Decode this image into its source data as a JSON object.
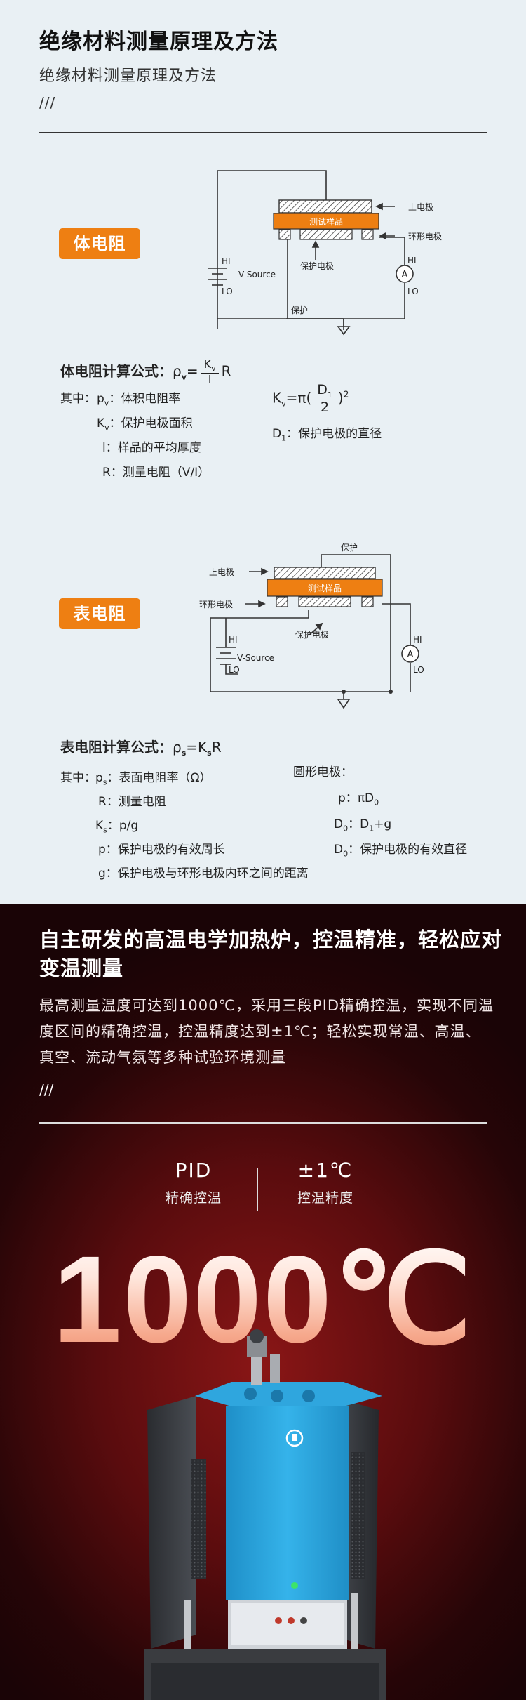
{
  "section1": {
    "title": "绝缘材料测量原理及方法",
    "subtitle": "绝缘材料测量原理及方法",
    "slashes": "///",
    "volume": {
      "badge": "体电阻",
      "diagram": {
        "sample_label": "测试样品",
        "upper_electrode": "上电极",
        "ring_electrode": "环形电极",
        "guard_electrode": "保护电极",
        "hi": "HI",
        "lo": "LO",
        "source": "V-Source",
        "ammeter": "A",
        "guard": "保护"
      },
      "formula_label": "体电阻计算公式：",
      "formula_lhs": "ρ",
      "formula_lhs_sub": "v",
      "formula_eq": "=",
      "formula_num": "K",
      "formula_num_sub": "v",
      "formula_den": "l",
      "formula_rhs": "R",
      "where_prefix": "其中：",
      "defs": [
        {
          "sym": "p",
          "sub": "v",
          "text": "：体积电阻率"
        },
        {
          "sym": "K",
          "sub": "v",
          "text": "：保护电极面积"
        },
        {
          "sym": "l",
          "sub": "",
          "text": "：样品的平均厚度"
        },
        {
          "sym": "R",
          "sub": "",
          "text": "：测量电阻（V/I）"
        }
      ],
      "kv_lhs": "K",
      "kv_sub": "v",
      "kv_eq": "=π(",
      "kv_num": "D",
      "kv_num_sub": "1",
      "kv_den": "2",
      "kv_close": ")",
      "kv_pow": "2",
      "d1_sym": "D",
      "d1_sub": "1",
      "d1_text": "：保护电极的直径"
    },
    "surface": {
      "badge": "表电阻",
      "diagram": {
        "guard": "保护",
        "upper_electrode": "上电极",
        "ring_electrode": "环形电极",
        "sample_label": "测试样品",
        "guard_electrode": "保护电极",
        "hi": "HI",
        "lo": "LO",
        "source": "V-Source",
        "ammeter": "A"
      },
      "formula_label": "表电阻计算公式：",
      "formula_lhs": "ρ",
      "formula_lhs_sub": "s",
      "formula_rhs": "=K",
      "formula_rhs_sub": "s",
      "formula_r": "R",
      "where_prefix": "其中：",
      "defs": [
        {
          "sym": "p",
          "sub": "s",
          "text": "：表面电阻率（Ω）"
        },
        {
          "sym": "R",
          "sub": "",
          "text": "：测量电阻"
        },
        {
          "sym": "K",
          "sub": "s",
          "text": "：p/g"
        },
        {
          "sym": "p",
          "sub": "",
          "text": "：保护电极的有效周长"
        },
        {
          "sym": "g",
          "sub": "",
          "text": "：保护电极与环形电极内环之间的距离"
        }
      ],
      "circle_title": "圆形电极：",
      "circle_p": "p：πD",
      "circle_p_sub": "0",
      "circle_d0": "D",
      "circle_d0_sub": "0",
      "circle_d0_text": "：D",
      "circle_d0_text_sub": "1",
      "circle_d0_text_end": "+g",
      "circle_d0b": "D",
      "circle_d0b_sub": "0",
      "circle_d0b_text": "：保护电极的有效直径"
    }
  },
  "section2": {
    "title": "自主研发的高温电学加热炉，控温精准，轻松应对变温测量",
    "paragraph": "最高测量温度可达到1000℃，采用三段PID精确控温，实现不同温度区间的精确控温，控温精度达到±1℃；轻松实现常温、高温、真空、流动气氛等多种试验环境测量",
    "slashes": "///",
    "stats": [
      {
        "value": "PID",
        "label": "精确控温"
      },
      {
        "value": "±1℃",
        "label": "控温精度"
      }
    ],
    "big_temp": "1000℃"
  },
  "colors": {
    "accent_orange": "#ee7f12",
    "bg_light": "#e9f0f4",
    "bg_dark_red": "#5a0c0e",
    "machine_blue": "#2ba9e0"
  }
}
